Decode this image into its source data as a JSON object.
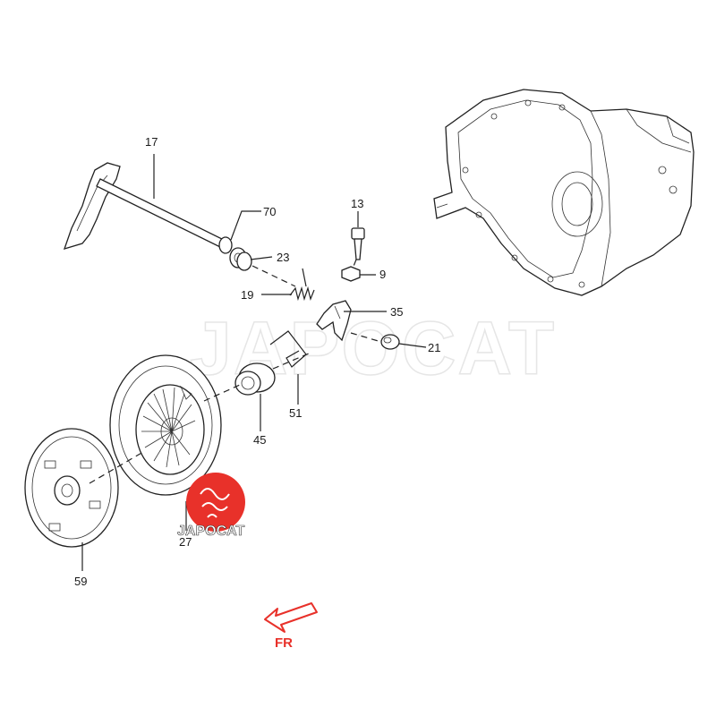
{
  "watermark": "JAPOCAT",
  "logo": {
    "text": "JAPOCAT",
    "color": "#e8312a"
  },
  "direction": {
    "label": "FR",
    "color": "#e8312a"
  },
  "parts": [
    {
      "id": "17"
    },
    {
      "id": "70"
    },
    {
      "id": "23"
    },
    {
      "id": "19"
    },
    {
      "id": "13"
    },
    {
      "id": "9"
    },
    {
      "id": "35"
    },
    {
      "id": "21"
    },
    {
      "id": "51"
    },
    {
      "id": "45"
    },
    {
      "id": "27"
    },
    {
      "id": "59"
    }
  ]
}
